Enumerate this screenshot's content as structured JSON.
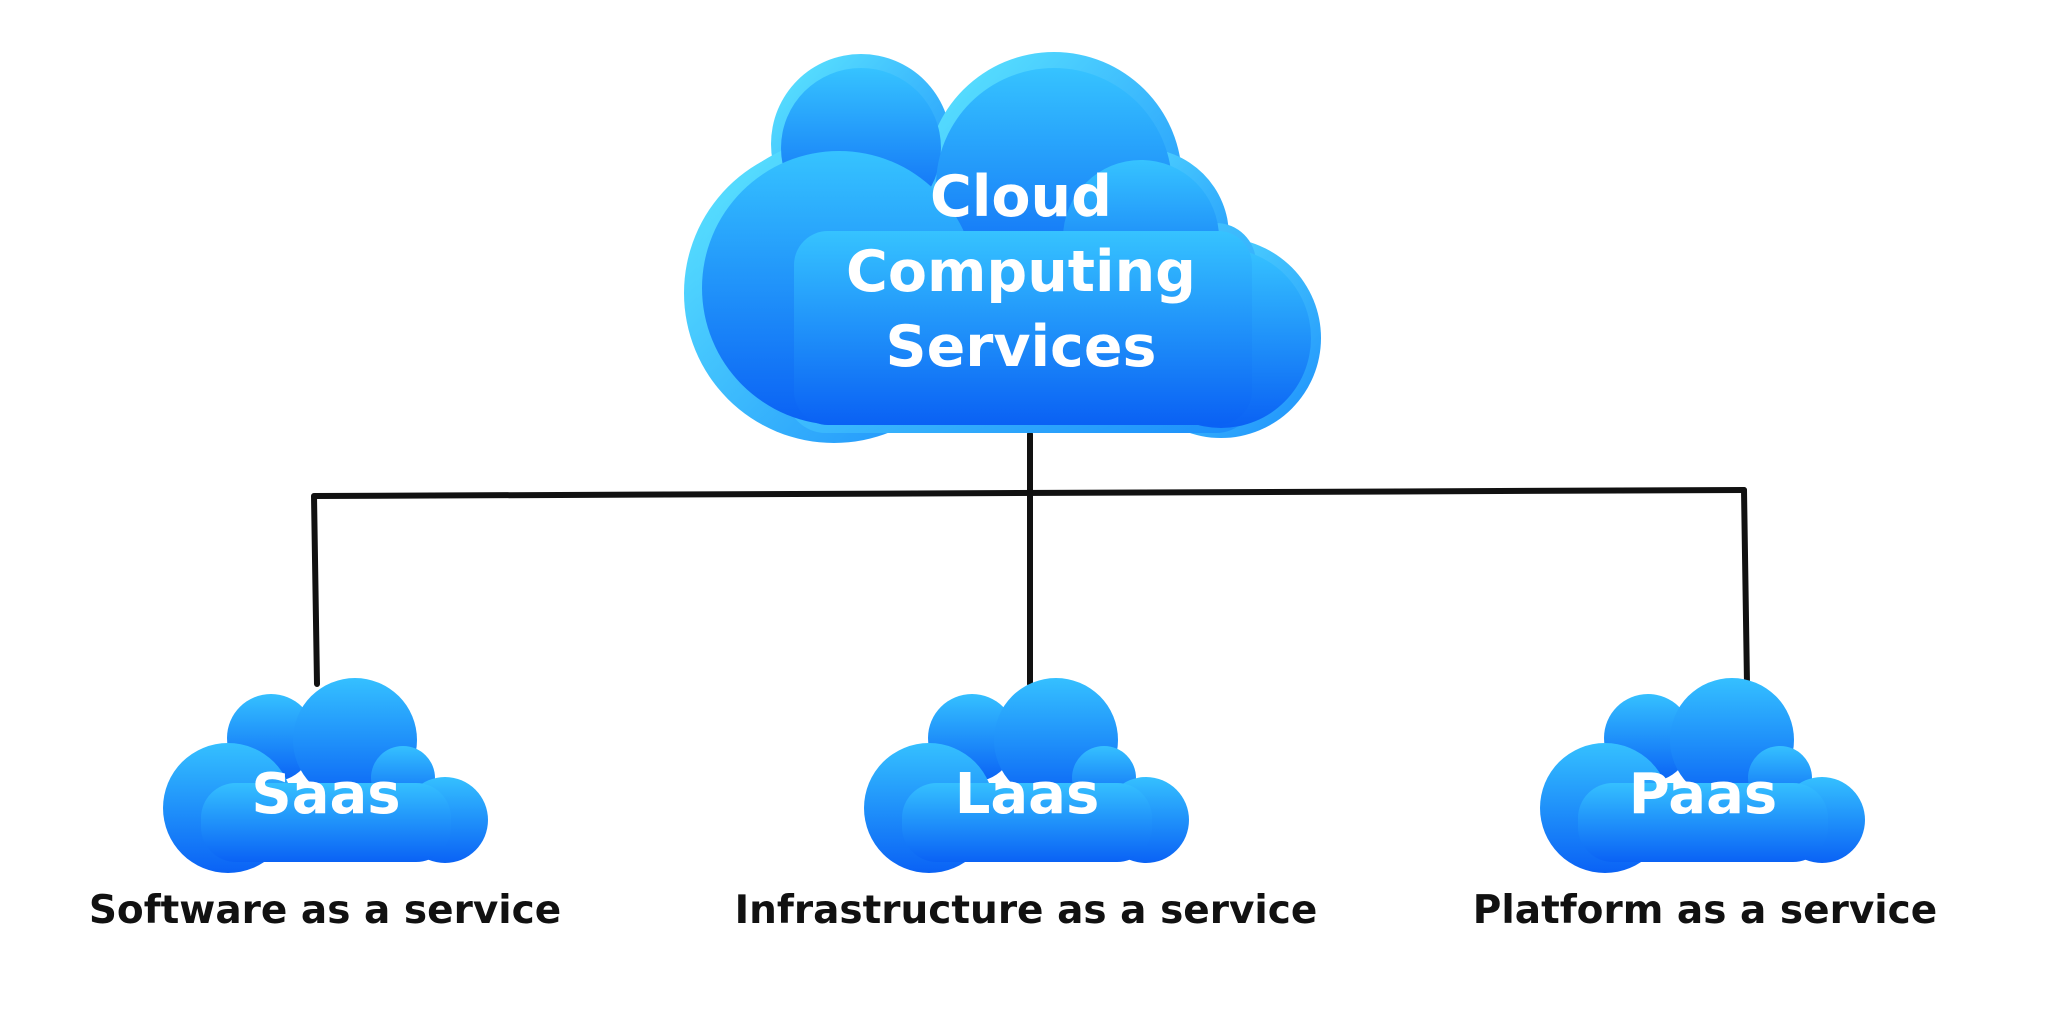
{
  "diagram": {
    "root": {
      "label_lines": [
        "Cloud",
        "Computing",
        "Services"
      ]
    },
    "children": [
      {
        "cloud_label": "Saas",
        "caption": "Software as a service"
      },
      {
        "cloud_label": "Laas",
        "caption": "Infrastructure as a service"
      },
      {
        "cloud_label": "Paas",
        "caption": "Platform as a service"
      }
    ]
  },
  "colors": {
    "cloud_top": "#2fb8ff",
    "cloud_bottom": "#0a63f5",
    "cloud_outline": "#48dcff",
    "connector": "#111111",
    "cloud_text": "#ffffff",
    "caption_text": "#111111",
    "background": "#ffffff"
  }
}
